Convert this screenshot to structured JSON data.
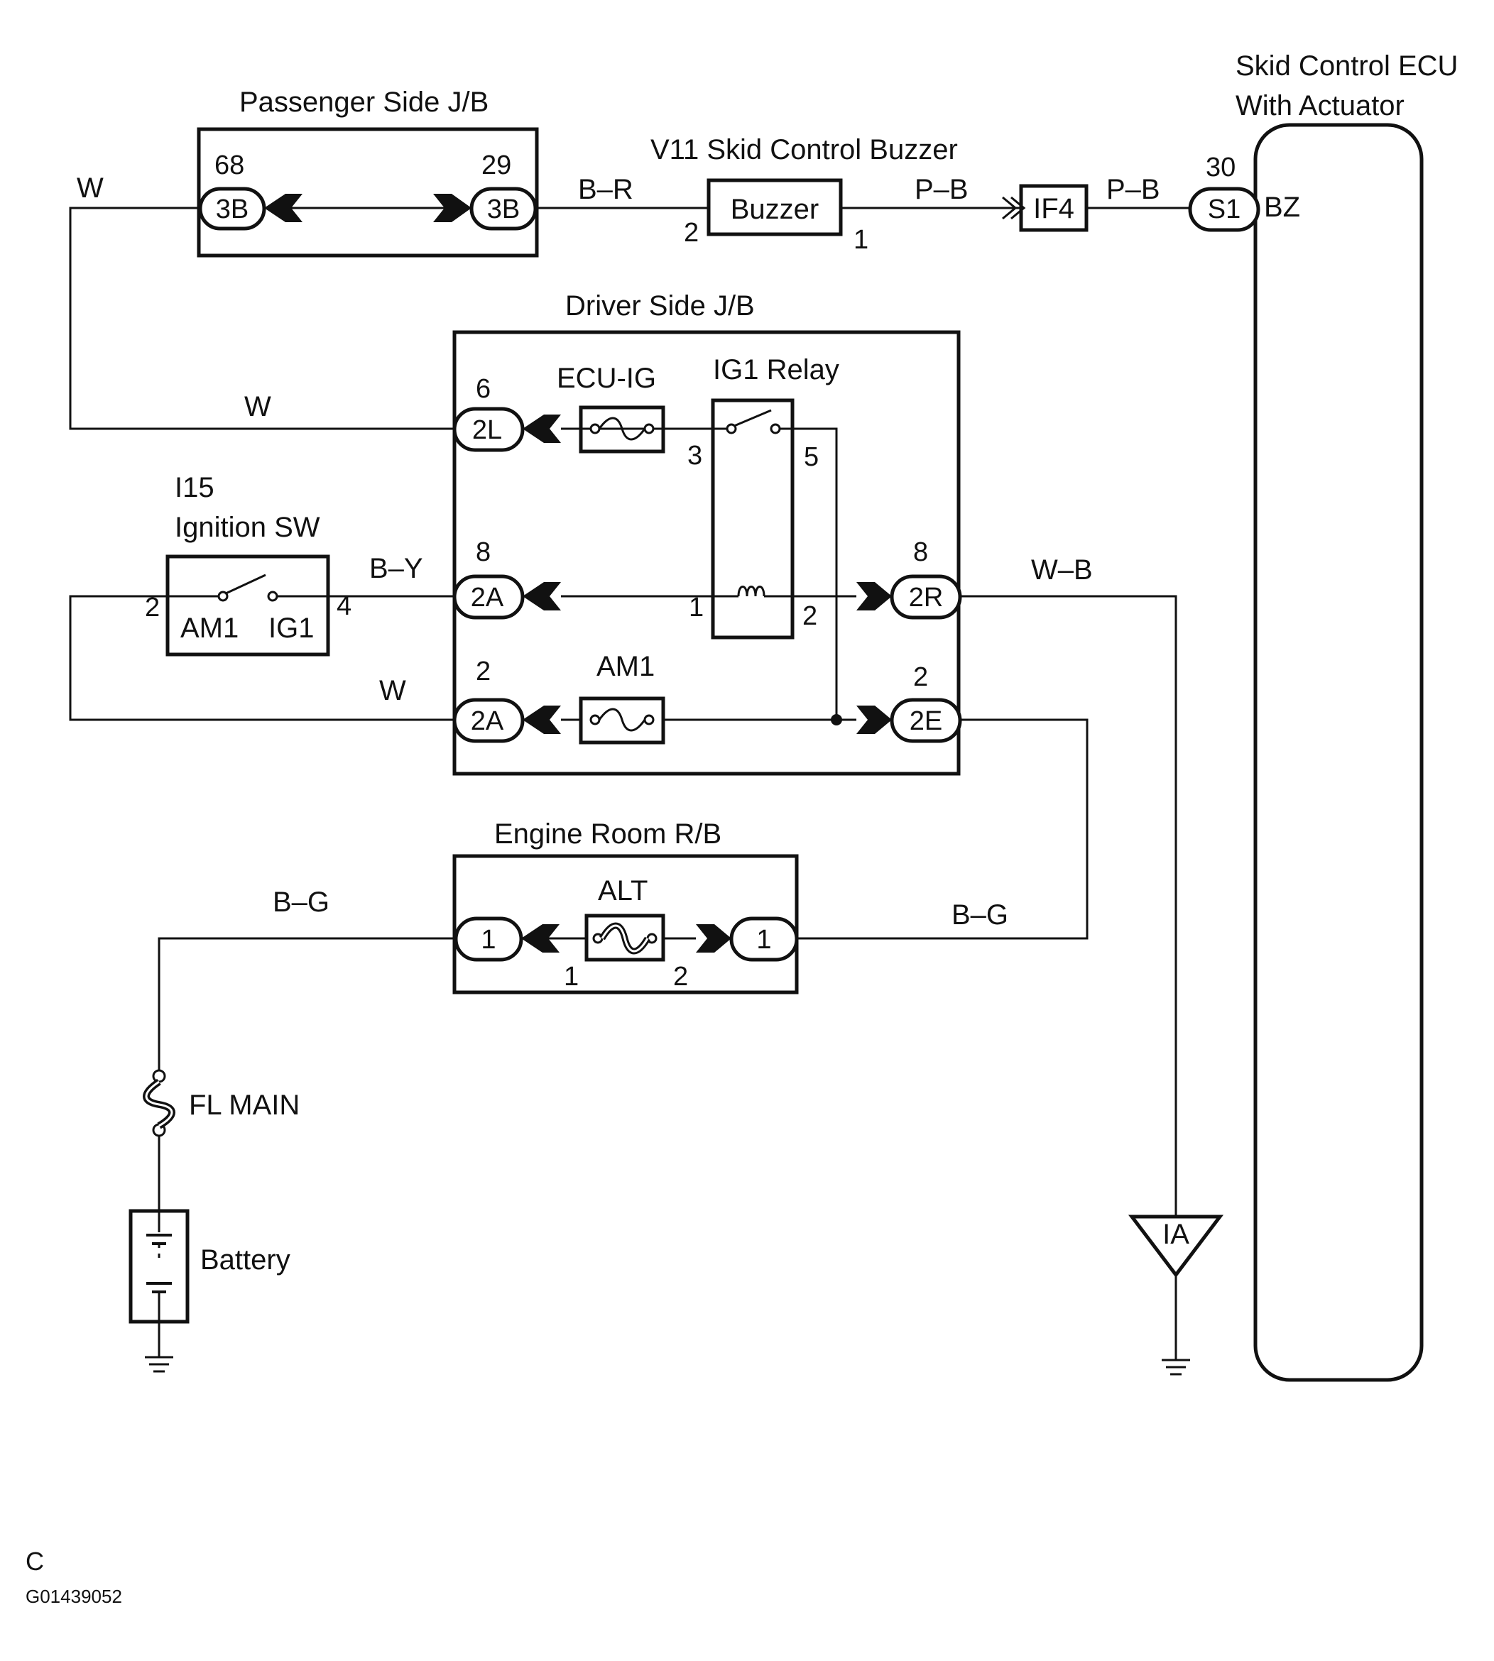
{
  "components": {
    "passenger_jb": {
      "title": "Passenger Side J/B",
      "left_pin": "68",
      "left_conn": "3B",
      "right_pin": "29",
      "right_conn": "3B"
    },
    "buzzer": {
      "title": "V11 Skid Control Buzzer",
      "body": "Buzzer",
      "pin_in": "2",
      "pin_out": "1"
    },
    "if4": {
      "label": "IF4"
    },
    "ecu": {
      "title_line1": "Skid Control ECU",
      "title_line2": "With Actuator",
      "pin": "30",
      "conn": "S1",
      "terminal": "BZ"
    },
    "driver_jb": {
      "title": "Driver Side J/B",
      "fuse_ecu_ig": "ECU-IG",
      "relay": "IG1 Relay",
      "relay_pins": {
        "p3": "3",
        "p5": "5",
        "p1": "1",
        "p2": "2"
      },
      "conn_2l": {
        "pin": "6",
        "label": "2L"
      },
      "conn_2a_top": {
        "pin": "8",
        "label": "2A"
      },
      "conn_2a_bot": {
        "pin": "2",
        "label": "2A"
      },
      "conn_2r": {
        "pin": "8",
        "label": "2R"
      },
      "conn_2e": {
        "pin": "2",
        "label": "2E"
      },
      "fuse_am1": "AM1"
    },
    "ignition_sw": {
      "code": "I15",
      "title": "Ignition SW",
      "left_pin": "2",
      "right_pin": "4",
      "am1": "AM1",
      "ig1": "IG1"
    },
    "engine_rb": {
      "title": "Engine Room R/B",
      "fuse": "ALT",
      "left_conn": "1",
      "right_conn": "1",
      "pin_a": "1",
      "pin_b": "2"
    },
    "fl_main": "FL MAIN",
    "battery": "Battery",
    "ground_ia": "IA"
  },
  "wires": {
    "w_top": "W",
    "b_r": "B–R",
    "p_b_1": "P–B",
    "p_b_2": "P–B",
    "w_mid": "W",
    "b_y": "B–Y",
    "w_low": "W",
    "w_b": "W–B",
    "b_g_left": "B–G",
    "b_g_right": "B–G"
  },
  "footer": {
    "code": "C",
    "figure_id": "G01439052"
  }
}
